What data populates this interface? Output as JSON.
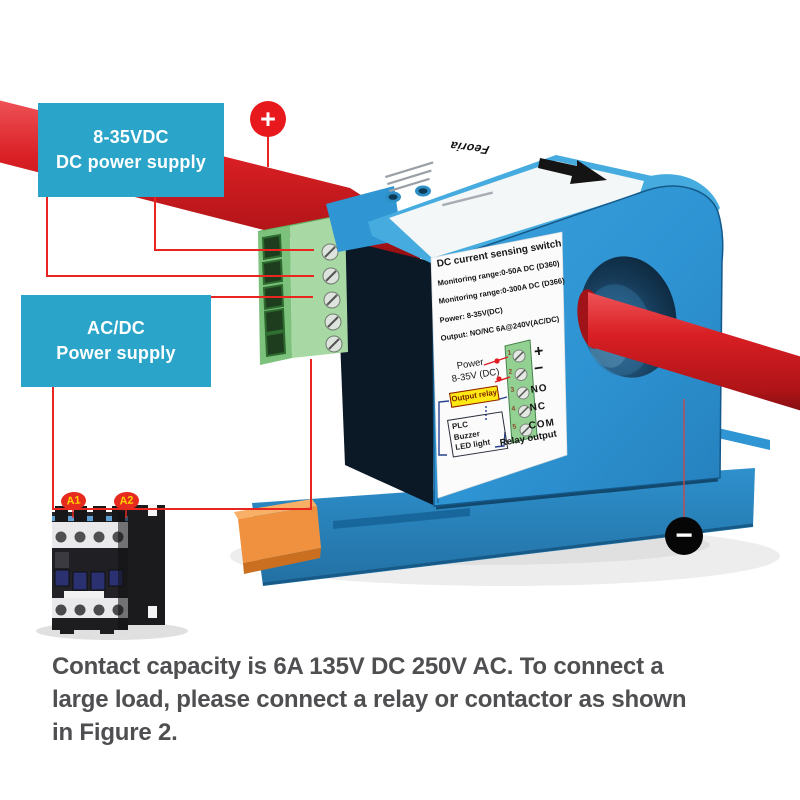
{
  "annotations": {
    "dc_supply_box": {
      "line1": "8-35VDC",
      "line2": "DC power supply"
    },
    "acdc_supply_box": {
      "line1": "AC/DC",
      "line2": "Power supply"
    },
    "plus_label": "+",
    "minus_label": "−",
    "contactor_terminal_a1": "A1",
    "contactor_terminal_a2": "A2"
  },
  "device_label": {
    "brand": "Feoria",
    "title": "DC current sensing switch",
    "spec_lines": [
      "Monitoring range:0-50A  DC (D360)",
      "Monitoring range:0-300A  DC (D366)",
      "Power: 8-35V(DC)",
      "Output: NO/NC  6A@240V(AC/DC)"
    ],
    "power_line1": "Power",
    "power_line2": "8-35V (DC)",
    "output_relay": "Output relay",
    "plc_box_lines": [
      "PLC",
      "Buzzer",
      "LED light"
    ],
    "relay_output": "Relay output",
    "terminal_numbers": [
      "1",
      "2",
      "3",
      "4",
      "5"
    ],
    "terminal_names": [
      "+",
      "−",
      "NO",
      "NC",
      "COM"
    ]
  },
  "caption": {
    "line1": "Contact capacity is 6A 135V DC 250V AC. To connect a",
    "line2": "large load, please connect a relay or contactor as shown",
    "line3": "in Figure 2."
  },
  "colors": {
    "callout_teal": "#2aa4c8",
    "device_blue": "#2e93d2",
    "cable_red": "#d81f24",
    "annotation_red": "#e8251f",
    "terminal_green": "#93d193",
    "din_clip_orange": "#f09140",
    "highlight_yellow": "#ffe913",
    "caption_gray": "#4f4f52"
  }
}
